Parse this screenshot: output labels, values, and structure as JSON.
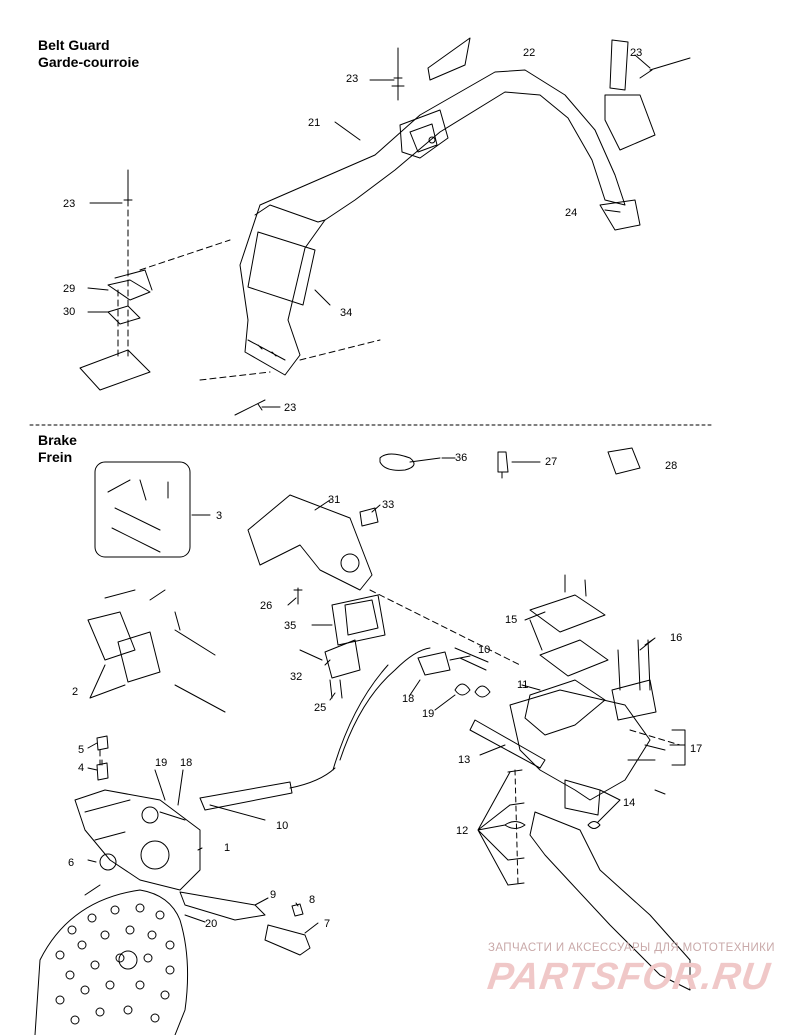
{
  "sections": {
    "belt_guard": {
      "title_en": "Belt Guard",
      "title_fr": "Garde-courroie"
    },
    "brake": {
      "title_en": "Brake",
      "title_fr": "Frein"
    }
  },
  "callouts": {
    "belt": [
      "22",
      "23",
      "23",
      "21",
      "23",
      "24",
      "29",
      "30",
      "34",
      "23"
    ],
    "brake": [
      "36",
      "27",
      "28",
      "31",
      "33",
      "3",
      "26",
      "35",
      "32",
      "25",
      "15",
      "16",
      "11",
      "18",
      "19",
      "10",
      "2",
      "13",
      "17",
      "5",
      "4",
      "19",
      "18",
      "14",
      "12",
      "10",
      "1",
      "6",
      "9",
      "8",
      "20",
      "7"
    ]
  },
  "watermark": {
    "tagline": "ЗАПЧАСТИ И АКСЕССУАРЫ ДЛЯ МОТОТЕХНИКИ",
    "brand": "PARTSFOR.RU"
  },
  "colors": {
    "line": "#000000",
    "watermark": "#e8b4b4",
    "background": "#ffffff"
  }
}
